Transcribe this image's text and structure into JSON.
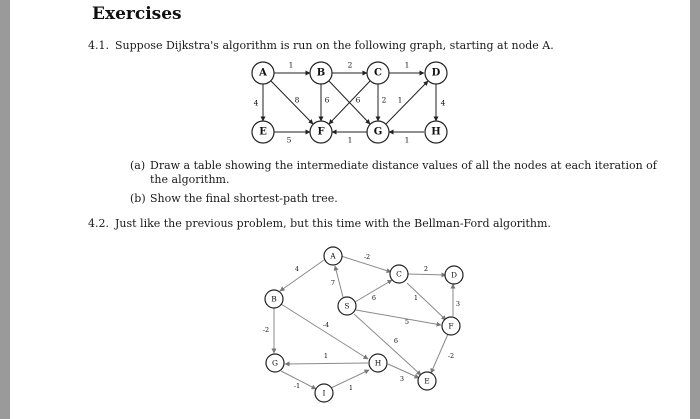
{
  "title": "Exercises",
  "problem1": {
    "number": "4.1.",
    "text": "Suppose Dijkstra's algorithm is run on the following graph, starting at node A.",
    "part_a_tag": "(a)",
    "part_a_line1": "Draw a table showing the intermediate distance values of all the nodes at each iteration of",
    "part_a_line2": "the algorithm.",
    "part_b_tag": "(b)",
    "part_b": "Show the final shortest-path tree.",
    "nodes": [
      "A",
      "B",
      "C",
      "D",
      "E",
      "F",
      "G",
      "H"
    ],
    "weights": {
      "ab": "1",
      "bc": "2",
      "cd": "1",
      "ae": "4",
      "af": "8",
      "bf": "6",
      "cf": "6",
      "cg": "2",
      "gd": "1",
      "dh": "4",
      "ef": "5",
      "gf": "1",
      "hg": "1"
    }
  },
  "problem2": {
    "number": "4.2.",
    "text": "Just like the previous problem, but this time with the Bellman-Ford algorithm.",
    "nodes": [
      "A",
      "B",
      "C",
      "D",
      "S",
      "F",
      "G",
      "H",
      "E",
      "I"
    ],
    "weights": {
      "ab": "4",
      "ac": "-2",
      "sa": "7",
      "sc": "6",
      "cd": "2",
      "cf": "1",
      "df": "3",
      "sf": "5",
      "sh": "6",
      "bh": "-4",
      "bg": "-2",
      "hg": "1",
      "gi": "-1",
      "ih": "1",
      "he": "3",
      "fe": "-2"
    }
  }
}
